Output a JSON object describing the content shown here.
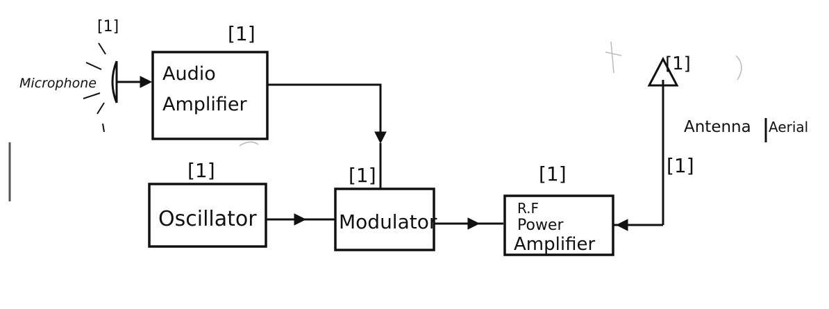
{
  "blocks": {
    "audio_amplifier": {
      "line1": "Audio",
      "line2": "Amplifier",
      "mark": "[1]"
    },
    "oscillator": {
      "label": "Oscillator",
      "mark": "[1]"
    },
    "modulator": {
      "label": "Modulator",
      "mark": "[1]"
    },
    "rf_power_amplifier": {
      "line1": "R.F",
      "line2": "Power",
      "line3": "Amplifier",
      "mark": "[1]"
    }
  },
  "components": {
    "microphone": {
      "label": "Microphone",
      "mark": "[1]"
    },
    "antenna": {
      "label": "Antenna",
      "alt_label": "Aerial",
      "mark": "[1]",
      "mark2": "[1]"
    }
  }
}
